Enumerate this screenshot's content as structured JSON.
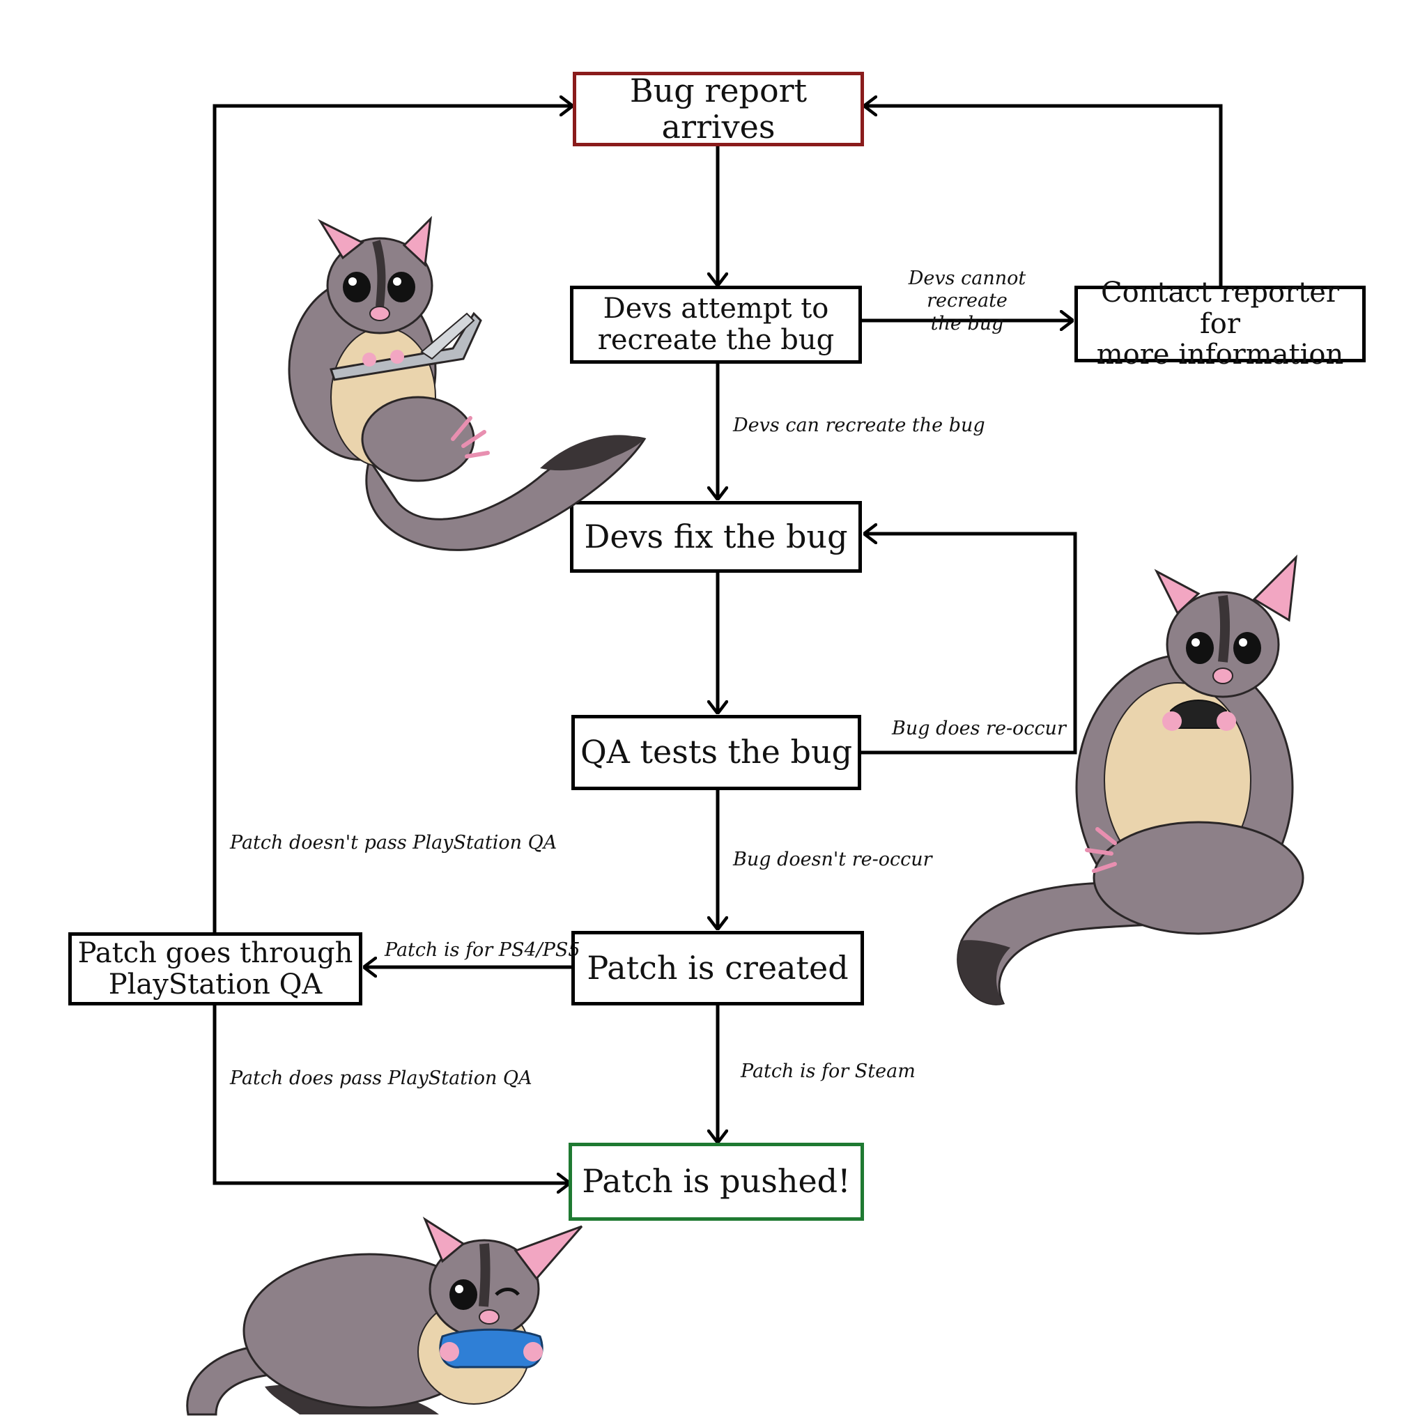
{
  "colors": {
    "line": "#000000",
    "start_border": "#8a1c1c",
    "end_border": "#1f7a32",
    "fur": "#8d8088",
    "fur_dark": "#3a3436",
    "belly": "#ead4ad",
    "ear": "#f2a6c2",
    "controller": "#2f7fd6",
    "laptop": "#b8bcc2"
  },
  "nodes": {
    "bug_report": "Bug report arrives",
    "attempt": "Devs attempt to\nrecreate the bug",
    "contact": "Contact reporter for\nmore information",
    "fix": "Devs fix the bug",
    "qa": "QA tests the bug",
    "patch_created": "Patch is created",
    "ps_qa": "Patch goes through\nPlayStation QA",
    "pushed": "Patch is pushed!"
  },
  "edges": {
    "cannot_recreate": "Devs cannot recreate\nthe bug",
    "can_recreate": "Devs can recreate the bug",
    "reoccur": "Bug does re-occur",
    "no_reoccur": "Bug doesn't re-occur",
    "ps_fail": "Patch doesn't pass PlayStation QA",
    "ps4ps5": "Patch is for PS4/PS5",
    "ps_pass": "Patch does pass PlayStation QA",
    "steam": "Patch is for Steam"
  },
  "illustrations": [
    "sugar-glider-laptop",
    "sugar-glider-controller",
    "sugar-glider-gamepad"
  ]
}
